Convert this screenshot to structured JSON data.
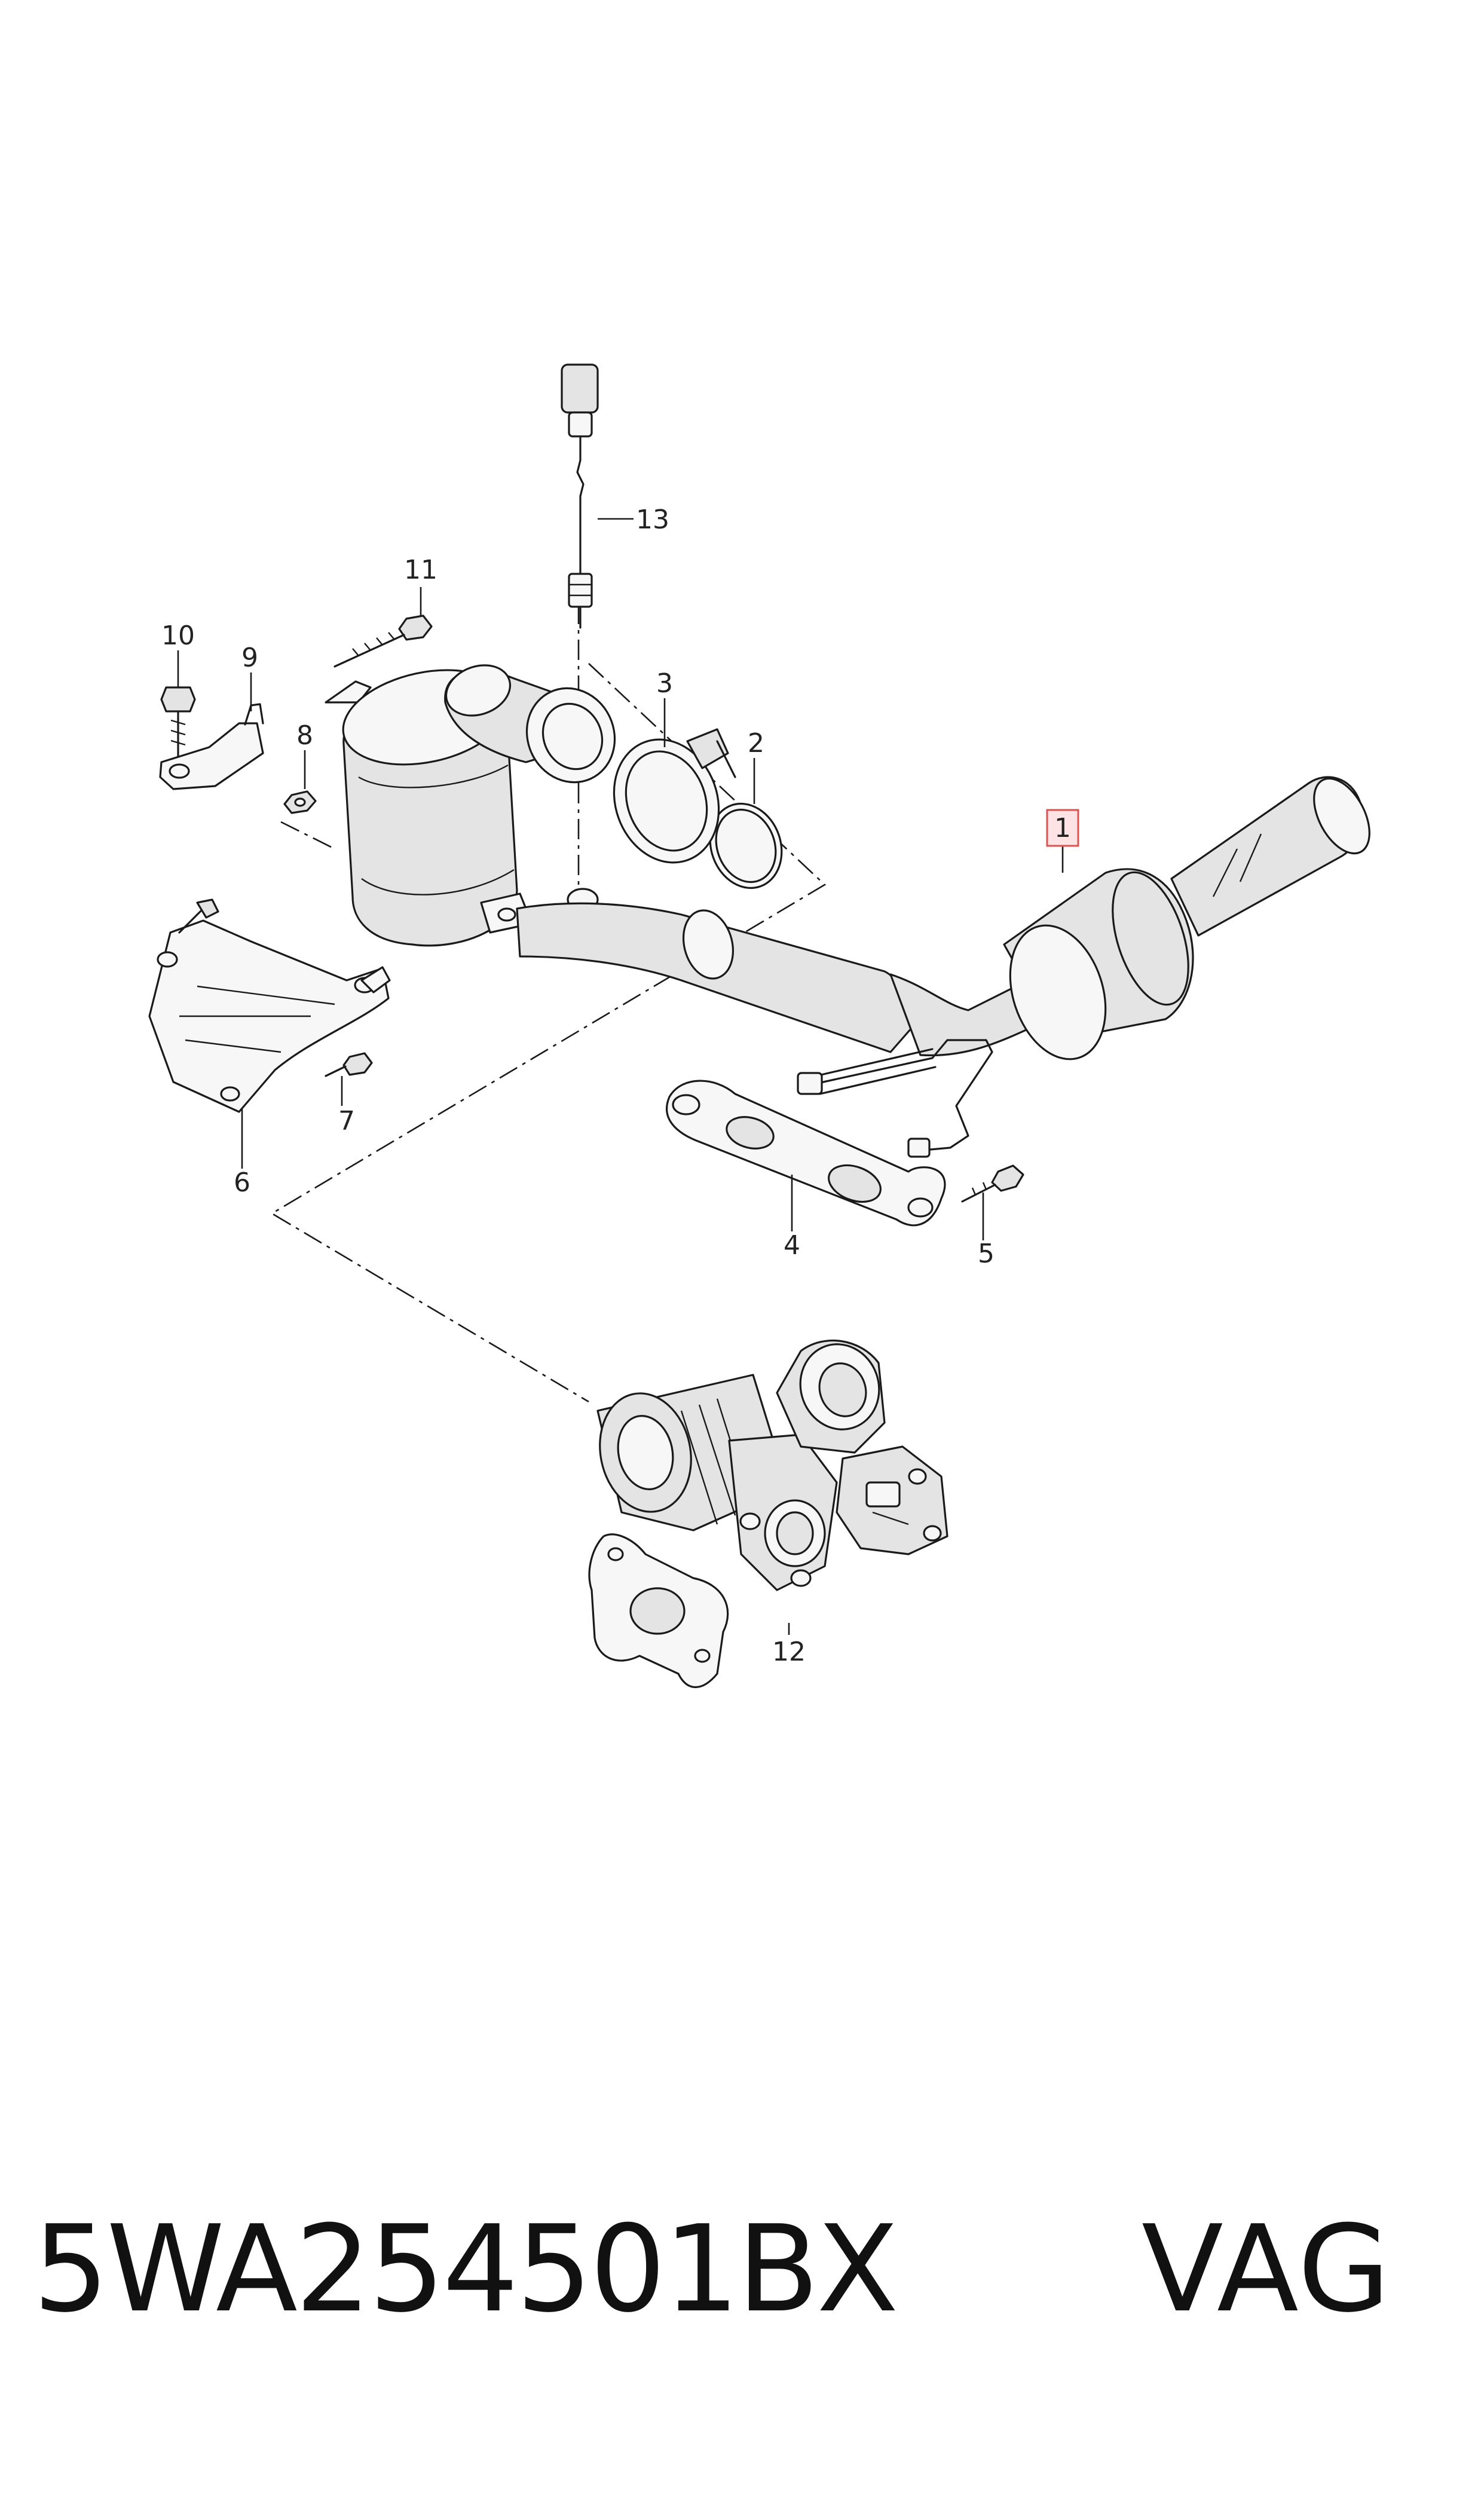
{
  "diagram": {
    "callouts": [
      "1",
      "2",
      "3",
      "4",
      "5",
      "6",
      "7",
      "8",
      "9",
      "10",
      "11",
      "12",
      "13"
    ],
    "highlighted_callout": "1",
    "highlight_color": "#d9534f"
  },
  "footer": {
    "part_number": "5WA254501BX",
    "brand": "VAG"
  }
}
